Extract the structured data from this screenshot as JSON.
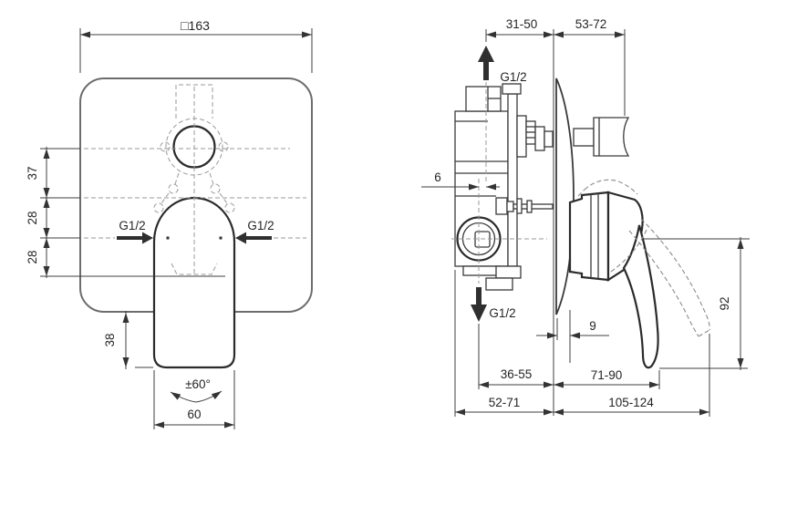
{
  "drawing": {
    "colors": {
      "ink": "#3a3a3a",
      "background": "#ffffff"
    },
    "front_view": {
      "plate_width": "□163",
      "dim_left_top": "37",
      "dim_left_mid": "28",
      "dim_left_bottom": "28",
      "inlet_left": "G1/2",
      "inlet_right": "G1/2",
      "dim_below_plate": "38",
      "swing_angle": "±60°",
      "handle_width": "60"
    },
    "side_view": {
      "depth_top_left": "31-50",
      "depth_top_right": "53-72",
      "outlet_top": "G1/2",
      "offset_dim": "6",
      "outlet_bottom": "G1/2",
      "plate_gap": "9",
      "handle_length": "92",
      "row1_left": "36-55",
      "row1_right": "71-90",
      "row2_left": "52-71",
      "row2_right": "105-124"
    }
  }
}
